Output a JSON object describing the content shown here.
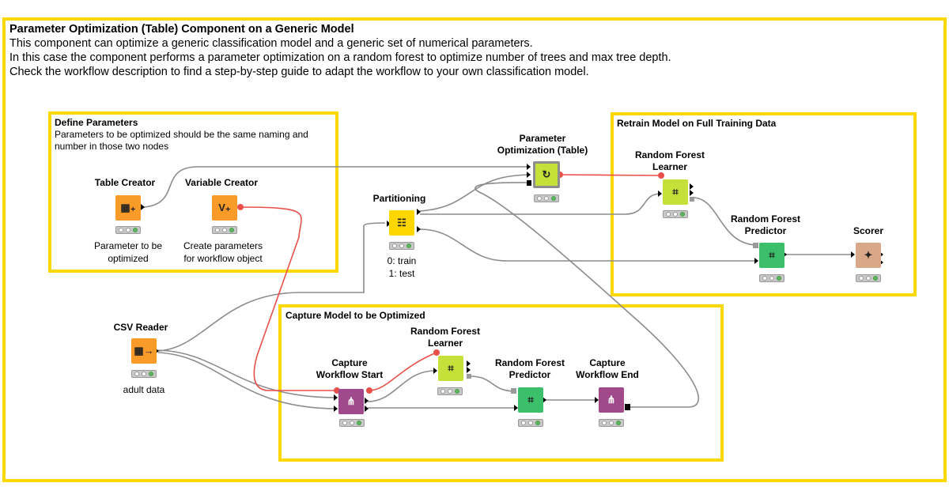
{
  "annotations": {
    "main": {
      "title": "Parameter Optimization (Table) Component on a Generic Model",
      "lines": [
        "This component can optimize a generic classification model and a generic set of numerical parameters.",
        "In this case the component performs a parameter optimization on a random forest to optimize number of trees and max tree depth.",
        "Check the workflow description to find a step-by-step guide to adapt the workflow to your own classification model."
      ]
    },
    "define": {
      "title": "Define Parameters",
      "lines": [
        "Parameters to be optimized should be the same naming and",
        "number in those two nodes"
      ]
    },
    "retrain": {
      "title": "Retrain Model on Full Training Data"
    },
    "capture": {
      "title": "Capture Model to be Optimized"
    }
  },
  "nodes": {
    "table_creator": {
      "label": "Table Creator",
      "annotation": [
        "Parameter to be",
        "optimized"
      ],
      "icon": "table-plus-icon"
    },
    "variable_creator": {
      "label": "Variable Creator",
      "annotation": [
        "Create parameters",
        "for workflow object"
      ],
      "icon": "variable-plus-icon"
    },
    "csv_reader": {
      "label": "CSV Reader",
      "annotation": [
        "adult  data"
      ],
      "icon": "csv-table-icon"
    },
    "partitioning": {
      "label": "Partitioning",
      "annotation": [
        "0: train",
        "1: test"
      ],
      "icon": "partition-icon"
    },
    "param_opt": {
      "label": [
        "Parameter",
        "Optimization (Table)"
      ],
      "icon": "loop-icon"
    },
    "rf_learner_top": {
      "label": [
        "Random Forest",
        "Learner"
      ],
      "icon": "forest-learner-icon"
    },
    "rf_predictor_top": {
      "label": [
        "Random Forest",
        "Predictor"
      ],
      "icon": "forest-predictor-icon"
    },
    "scorer": {
      "label": "Scorer",
      "icon": "scorer-icon"
    },
    "capture_start": {
      "label": [
        "Capture",
        "Workflow Start"
      ],
      "icon": "capture-start-icon"
    },
    "rf_learner_bottom": {
      "label": [
        "Random Forest",
        "Learner"
      ],
      "icon": "forest-learner-icon"
    },
    "rf_predictor_bottom": {
      "label": [
        "Random Forest",
        "Predictor"
      ],
      "icon": "forest-predictor-icon"
    },
    "capture_end": {
      "label": [
        "Capture",
        "Workflow End"
      ],
      "icon": "capture-end-icon"
    }
  },
  "glyphs": {
    "table_creator": "▦₊",
    "variable_creator": "V₊",
    "csv_reader": "▦→",
    "partitioning": "☷",
    "param_opt": "↻",
    "rf_learner_top": "⌗",
    "rf_predictor_top": "⌗",
    "scorer": "✦",
    "capture_start": "⋔",
    "rf_learner_bottom": "⌗",
    "rf_predictor_bottom": "⌗",
    "capture_end": "⋔"
  },
  "colors": {
    "annotation_border": "#ffd800",
    "connection": "#8c8c8c",
    "flow_variable": "#e8504a",
    "source": "#f89b28",
    "manipulator": "#ffd700",
    "learner": "#c6e03a",
    "predictor": "#3cbf6a",
    "meta": "#a04a8c",
    "other": "#d9a888"
  }
}
